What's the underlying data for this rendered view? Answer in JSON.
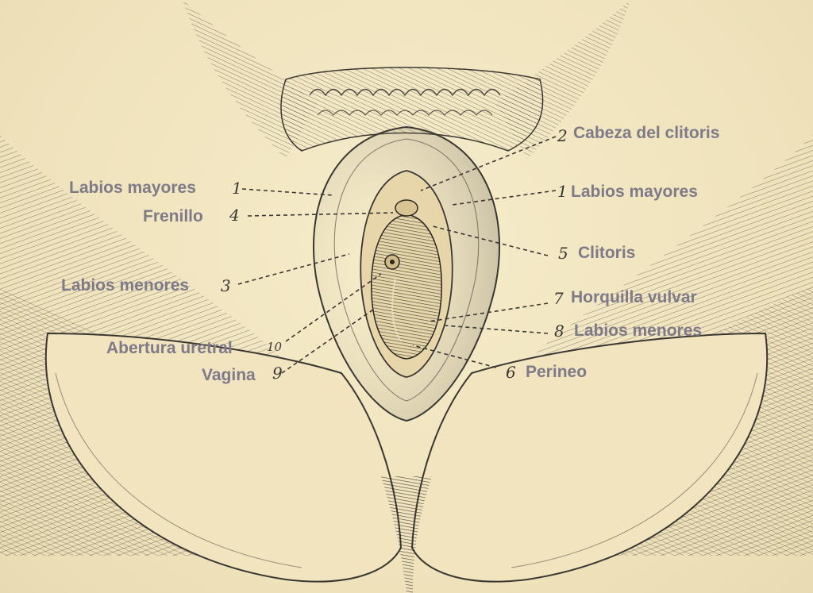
{
  "labels": {
    "labios_mayores_left": "Labios mayores",
    "frenillo": "Frenillo",
    "labios_menores_left": "Labios menores",
    "abertura_uretral": "Abertura uretral",
    "vagina": "Vagina",
    "cabeza_clitoris": "Cabeza del clitoris",
    "labios_mayores_right": "Labios mayores",
    "clitoris": "Clitoris",
    "horquilla_vulvar": "Horquilla vulvar",
    "labios_menores_right": "Labios menores",
    "perineo": "Perineo"
  },
  "numbers": {
    "n1_left": "1",
    "n4": "4",
    "n3": "3",
    "n10": "10",
    "n9": "9",
    "n2": "2",
    "n1_right": "1",
    "n5": "5",
    "n7": "7",
    "n8": "8",
    "n6": "6"
  },
  "colors": {
    "background": "#f3e7c3",
    "label": "#7e7a88",
    "engraving": "#3a3632"
  }
}
